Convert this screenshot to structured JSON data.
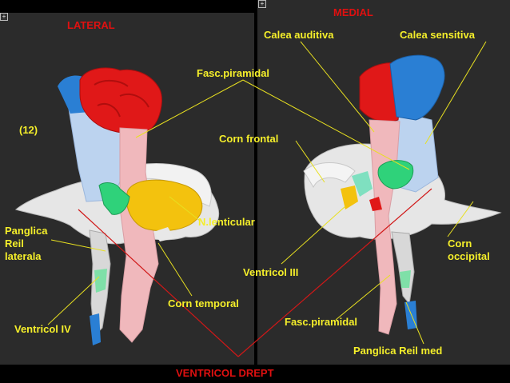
{
  "panels": {
    "left": {
      "heading": "LATERAL",
      "number": "(12)",
      "corner_glyph": "+"
    },
    "right": {
      "heading": "MEDIAL",
      "corner_glyph": "+"
    }
  },
  "labels": {
    "fasc_piramidal_top": "Fasc.piramidal",
    "calea_auditiva": "Calea auditiva",
    "calea_sensitiva": "Calea sensitiva",
    "corn_frontal": "Corn frontal",
    "n_lenticular": "N.lenticular",
    "panglica_reil_laterala": "Panglica Reil laterala",
    "corn_occipital": "Corn occipital",
    "ventricol_iii": "Ventricol III",
    "corn_temporal": "Corn temporal",
    "ventricol_iv": "Ventricol IV",
    "fasc_piramidal_bottom": "Fasc.piramidal",
    "panglica_reil_med": "Panglica Reil med",
    "ventricol_drept": "VENTRICOL DREPT"
  },
  "colors": {
    "panel_bg": "#2b2b2b",
    "heading_red": "#e01010",
    "label_yellow": "#f5ef2a",
    "leader_yellow": "#e8e020",
    "leader_red": "#d01818",
    "red_structure": "#e01818",
    "blue_structure": "#2a7fd4",
    "light_blue": "#bcd3ef",
    "pink": "#f0b8bc",
    "yellow_nucleus": "#f3c20e",
    "green": "#2fd27a",
    "white": "#ececec"
  }
}
